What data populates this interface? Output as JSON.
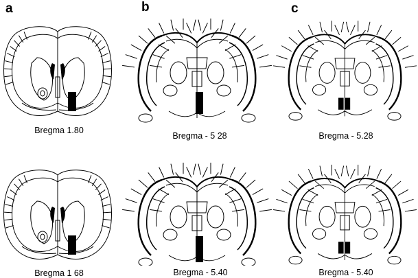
{
  "panels": [
    {
      "letter": "a",
      "sections": [
        {
          "caption": "Bregma 1.80"
        },
        {
          "caption": "Bregma 1 68"
        }
      ]
    },
    {
      "letter": "b",
      "sections": [
        {
          "caption": "Bregma - 5 28"
        },
        {
          "caption": "Bregma - 5.40"
        }
      ]
    },
    {
      "letter": "c",
      "sections": [
        {
          "caption": "Bregma - 5.28"
        },
        {
          "caption": "Bregma - 5.40"
        }
      ]
    }
  ],
  "colors": {
    "ink": "#000000",
    "background": "#ffffff"
  }
}
